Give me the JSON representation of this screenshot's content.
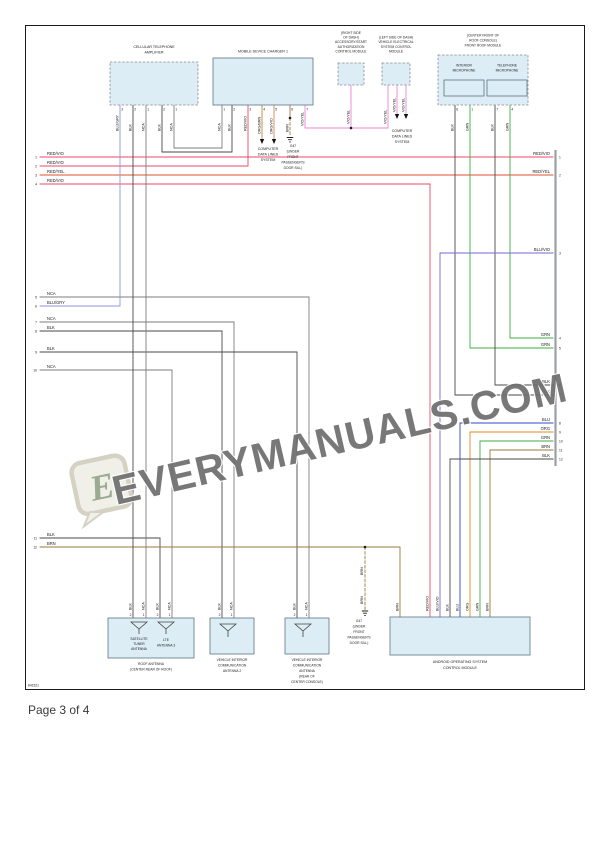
{
  "page": {
    "footer": "Page 3 of 4",
    "sheet_id": "841521"
  },
  "watermark": {
    "text": "EVERYMANUALS.COM",
    "logo_letter": "E"
  },
  "colors": {
    "red_vio": "#e84a68",
    "red_yel": "#df522e",
    "blu_gry": "#8f95db",
    "nca": "#7c7c7c",
    "blk": "#4a4a4a",
    "org_brn": "#bf8a3b",
    "org_vio": "#cd8b57",
    "brn": "#9a7a3c",
    "vio_yel": "#ef84d6",
    "grn": "#3fae42",
    "blu_vio": "#7a65d6",
    "blu": "#3347cd",
    "org": "#e08a20",
    "box_fill": "#dcedf6"
  },
  "left_wires": [
    {
      "num": "1",
      "label": "RED/VIO"
    },
    {
      "num": "2",
      "label": "RED/VIO"
    },
    {
      "num": "3",
      "label": "RED/YEL"
    },
    {
      "num": "4",
      "label": "RED/VIO"
    },
    {
      "num": "5",
      "label": "NCA"
    },
    {
      "num": "6",
      "label": "BLU/GRY"
    },
    {
      "num": "7",
      "label": "NCA"
    },
    {
      "num": "8",
      "label": "BLK"
    },
    {
      "num": "9",
      "label": "BLK"
    },
    {
      "num": "10",
      "label": "NCA"
    },
    {
      "num": "11",
      "label": "BLK"
    },
    {
      "num": "12",
      "label": "BRN"
    }
  ],
  "right_wires": [
    {
      "num": "1",
      "label": "RED/VIO"
    },
    {
      "num": "2",
      "label": "RED/YEL"
    },
    {
      "num": "3",
      "label": "BLU/VIO"
    },
    {
      "num": "4",
      "label": "GRN"
    },
    {
      "num": "5",
      "label": "GRN"
    },
    {
      "num": "6",
      "label": "BLK"
    },
    {
      "num": "7",
      "label": "BLK"
    },
    {
      "num": "8",
      "label": "BLU"
    },
    {
      "num": "9",
      "label": "ORG"
    },
    {
      "num": "10",
      "label": "GRN"
    },
    {
      "num": "11",
      "label": "BRN"
    },
    {
      "num": "12",
      "label": "BLK"
    }
  ],
  "components": {
    "cellular_amp": {
      "title": [
        "CELLULAR TELEPHONE",
        "AMPLIFIER"
      ],
      "pins": [
        {
          "n": "3",
          "l": "BLU/GRY"
        },
        {
          "n": "2",
          "l": "BLK"
        },
        {
          "n": "1",
          "l": "NCA"
        },
        {
          "n": "2",
          "l": "BLK"
        },
        {
          "n": "1",
          "l": "NCA"
        }
      ]
    },
    "charger": {
      "title": [
        "MOBILE DEVICE CHARGER 1"
      ],
      "pins": [
        {
          "n": "1",
          "l": "NCA"
        },
        {
          "n": "2",
          "l": "BLK"
        },
        {
          "n": "3",
          "l": "RED/VIO"
        },
        {
          "n": "4",
          "l": "ORG/BRN"
        },
        {
          "n": "5",
          "l": "ORG/VIO"
        },
        {
          "n": "6",
          "l": "BRN"
        },
        {
          "n": "7",
          "l": "VIO/YEL"
        }
      ]
    },
    "access_module": {
      "title": [
        "(RIGHT SIDE",
        "OF DASH)",
        "ACCESSORY/START",
        "AUTHORIZATION",
        "CONTROL MODULE"
      ],
      "pin_label": "VIO/YEL"
    },
    "vehicle_module": {
      "title": [
        "(LEFT SIDE OF DASH)",
        "VEHICLE ELECTRICAL",
        "SYSTEM CONTROL",
        "MODULE"
      ],
      "pin_labels": [
        "VIO/YEL",
        "VIO/YEL",
        "VIO/YEL"
      ]
    },
    "roof_module": {
      "title": [
        "(CENTER FRONT OF",
        "ROOF CONSOLE)",
        "FRONT ROOF MODULE"
      ],
      "interior_mic": [
        "INTERIOR",
        "MICROPHONE"
      ],
      "telephone_mic": [
        "TELEPHONE",
        "MICROPHONE"
      ],
      "pins": [
        {
          "n": "6",
          "l": "BLK"
        },
        {
          "n": "1",
          "l": "GRN"
        },
        {
          "n": "7",
          "l": "BLK"
        },
        {
          "n": "4",
          "l": "GRN"
        }
      ]
    },
    "computer_data_lines": [
      "COMPUTER",
      "DATA LINES",
      "SYSTEM"
    ],
    "ground": [
      "G47",
      "(UNDER",
      "FRONT",
      "PASSENGER'S",
      "DOOR SILL)"
    ],
    "ground_wire": "BRN",
    "roof_antenna": {
      "label": [
        "ROOF ANTENNA",
        "(CENTER REAR OF ROOF)"
      ],
      "satellite": [
        "SATELLITE",
        "TUNER",
        "ANTENNA"
      ],
      "lte": [
        "LTE",
        "ANTENNA 3"
      ],
      "pins": [
        {
          "n": "2",
          "l": "BLK"
        },
        {
          "n": "1",
          "l": "NCA"
        },
        {
          "n": "2",
          "l": "BLK"
        },
        {
          "n": "1",
          "l": "NCA"
        }
      ]
    },
    "comm_antenna_2": {
      "label": [
        "VEHICLE INTERIOR",
        "COMMUNICATION",
        "ANTENNA 2"
      ],
      "pins": [
        {
          "n": "2",
          "l": "BLK"
        },
        {
          "n": "1",
          "l": "NCA"
        }
      ]
    },
    "comm_antenna_rear": {
      "label": [
        "VEHICLE INTERIOR",
        "COMMUNICATION",
        "ANTENNA",
        "(REAR OF",
        "CENTER CONSOLE)"
      ],
      "pins": [
        {
          "n": "2",
          "l": "BLK"
        },
        {
          "n": "1",
          "l": "NCA"
        }
      ]
    },
    "android_module": {
      "title": [
        "ANDROID OPERATING SYSTEM",
        "CONTROL MODULE"
      ],
      "pin_labels": [
        "BRN",
        "RED/VIO",
        "BLU/VIO",
        "BLK",
        "BLU",
        "ORG",
        "GRN",
        "BRN"
      ]
    }
  }
}
